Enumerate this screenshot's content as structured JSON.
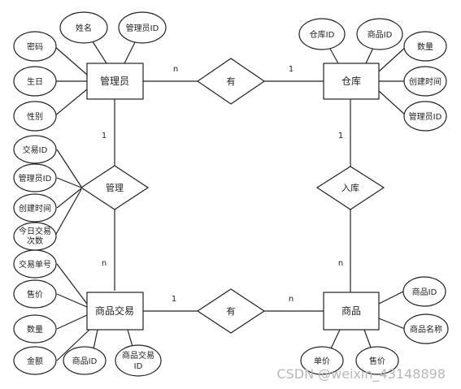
{
  "diagram": {
    "entities": {
      "admin": "管理员",
      "warehouse": "仓库",
      "trade": "商品交易",
      "goods": "商品"
    },
    "relations": {
      "admin_warehouse": "有",
      "admin_trade": "管理",
      "warehouse_goods": "入库",
      "trade_goods": "有"
    },
    "attributes": {
      "admin": [
        "姓名",
        "管理员ID",
        "密码",
        "生日",
        "性别"
      ],
      "warehouse": [
        "仓库ID",
        "商品ID",
        "数量",
        "创建时间",
        "管理员ID"
      ],
      "manage": [
        "交易ID",
        "管理员ID",
        "创建时间",
        "今日交易",
        "次数"
      ],
      "trade": [
        "交易单号",
        "售价",
        "数量",
        "金额",
        "商品ID",
        "商品交易",
        "ID"
      ],
      "goods": [
        "商品ID",
        "商品名称",
        "单价",
        "售价"
      ]
    },
    "cardinalities": {
      "admin_to_have": "n",
      "have_to_warehouse": "1",
      "admin_to_manage": "1",
      "manage_to_trade": "n",
      "warehouse_to_stock": "1",
      "stock_to_goods": "n",
      "trade_to_have": "1",
      "have_to_goods": "n"
    }
  },
  "watermark": "CSDN @weixin_43148898"
}
